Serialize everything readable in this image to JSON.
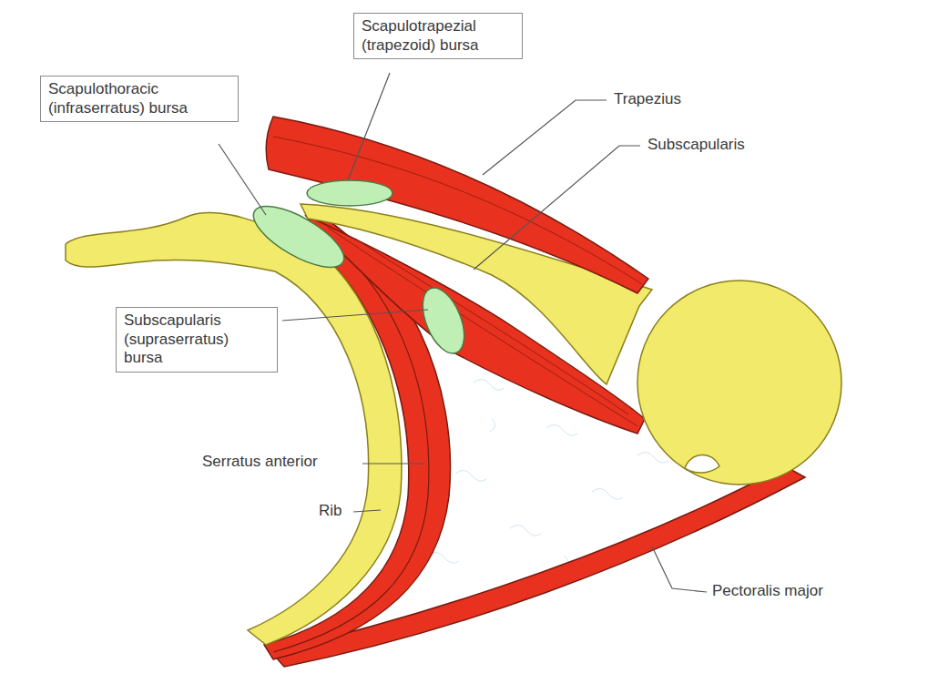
{
  "diagram": {
    "nodes": [
      {
        "text": [
          "Scapulotrapezial (trapezoid) bursa"
        ]
      },
      {
        "text": [
          "Scapulothoracic (infraserratus) bursa"
        ]
      },
      {
        "text": [
          "Subscapularis (supraserratus) bursa"
        ]
      }
    ],
    "labels": [
      "Trapezius",
      "Subscapularis",
      "Serratus anterior",
      "Rib",
      "Pectoralis major"
    ]
  }
}
